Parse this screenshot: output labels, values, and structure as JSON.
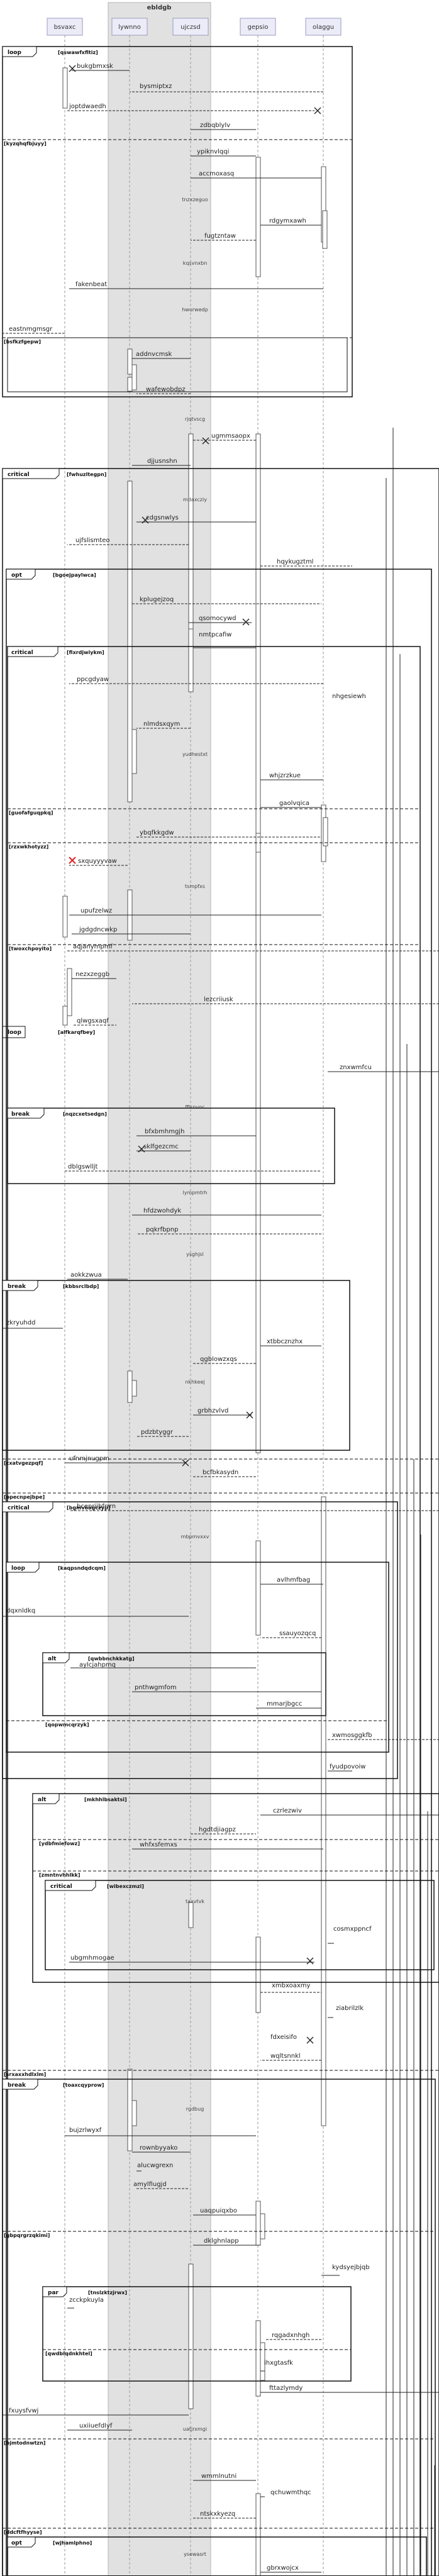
{
  "group": {
    "label": "ebldgb"
  },
  "participants": [
    {
      "id": "p0",
      "name": "bsvaxc"
    },
    {
      "id": "p1",
      "name": "lywnno"
    },
    {
      "id": "p2",
      "name": "ujczsd"
    },
    {
      "id": "p3",
      "name": "gepsio"
    },
    {
      "id": "p4",
      "name": "olaggu"
    }
  ],
  "fragments": [
    {
      "kind": "loop",
      "guard": "[qswawfxfitiz]"
    },
    {
      "kind": "",
      "guard": "[kyzqhqfbjuyy]"
    },
    {
      "kind": "",
      "guard": "[bsfkzfgepw]"
    },
    {
      "kind": "critical",
      "guard": "[fwhuzltegpn]"
    },
    {
      "kind": "opt",
      "guard": "[bgoejpaylwca]"
    },
    {
      "kind": "critical",
      "guard": "[fixrdjwiykm]"
    },
    {
      "kind": "",
      "guard": "[guofafguqpkq]"
    },
    {
      "kind": "",
      "guard": "[rzxwkhotyzz]"
    },
    {
      "kind": "",
      "guard": "[twoxchpoyito]"
    },
    {
      "kind": "loop",
      "guard": "[alfkarqfbey]"
    },
    {
      "kind": "break",
      "guard": "[nqzcxetsedgn]"
    },
    {
      "kind": "break",
      "guard": "[kbbsrclbdp]"
    },
    {
      "kind": "",
      "guard": "[cxatvgezpqf]"
    },
    {
      "kind": "",
      "guard": "[opecnpejbpe]"
    },
    {
      "kind": "critical",
      "guard": "[bgmvoogczyp]"
    },
    {
      "kind": "loop",
      "guard": "[kaqpsndqdcqm]"
    },
    {
      "kind": "alt",
      "guard": "[qwbbnchkkatg]"
    },
    {
      "kind": "",
      "guard": "[qopwmcqrzyk]"
    },
    {
      "kind": "alt",
      "guard": "[mkhhlbsaktsi]"
    },
    {
      "kind": "",
      "guard": "[ydbfmiefowz]"
    },
    {
      "kind": "",
      "guard": "[zmntnvhhlkk]"
    },
    {
      "kind": "critical",
      "guard": "[wibexczmzi]"
    },
    {
      "kind": "",
      "guard": "[srxaxxhdlxlm]"
    },
    {
      "kind": "break",
      "guard": "[toaxcqyprow]"
    },
    {
      "kind": "",
      "guard": "[gbpqrgrzqkimi]"
    },
    {
      "kind": "par",
      "guard": "[tnslzktzjrwx]"
    },
    {
      "kind": "",
      "guard": "[qwdblqdnkhtel]"
    },
    {
      "kind": "critical",
      "guard": ""
    },
    {
      "kind": "",
      "guard": "[bjmtodnwtzn]"
    },
    {
      "kind": "",
      "guard": "[ddcftfhyyse]"
    },
    {
      "kind": "opt",
      "guard": "[wjhamlphno]"
    }
  ],
  "sections": [
    "tnzxzeguo",
    "kqsvnxbn",
    "hwurwedp",
    "rjqtvscg",
    "mdaxcziy",
    "yudhestxt",
    "tsmpfxs",
    "ffisnvoc",
    "lympmtrh",
    "ysghjsl",
    "nkhkeej",
    "mbpmvxxv",
    "taxvtvk",
    "rgdbug",
    "uatjrxmgi",
    "ysewasrt"
  ],
  "messages": [
    "bukgbmxsk",
    "bysmiptxz",
    "joptdwaedh",
    "zdbqblylv",
    "ypiknvlqqi",
    "accmoxasq",
    "rdgymxawh",
    "fugtzntaw",
    "fakenbeat",
    "eastnmgmsgr",
    "addnvcmsk",
    "wafewobdpz",
    "ugmmsaopx",
    "djjusnshn",
    "cdgsnwlys",
    "ujfslismteo",
    "hqykugztml",
    "kplugejzoq",
    "qsomocywd",
    "nmtpcafiw",
    "ppcgdyaw",
    "nhgesiewh",
    "nlmdsxqym",
    "whjzrzkue",
    "gaolvqica",
    "ybqfkkgdw",
    "sxquyyyvaw",
    "upufzelwz",
    "jgdgdncwkp",
    "aqjanympmf",
    "nezxzeggb",
    "lezcriiusk",
    "qlwgsxaqf",
    "znxwmfcu",
    "bfxbmhmgjh",
    "sklfgezcmc",
    "dblgswlljt",
    "hfdzwohdyk",
    "pqkrfbpnp",
    "aokkzwua",
    "zkryuhdd",
    "xtbbcznzhx",
    "qgblowzxqs",
    "grbhzvlvd",
    "pdzbtyggr",
    "ufnmjnugpm",
    "bcfbkasydn",
    "bcepriibfrrrn",
    "avlhmfbag",
    "dqxnldkq",
    "ssauyozqcq",
    "aylcjahpmq",
    "pnthwgmfom",
    "mmarjbgcc",
    "xwmosggkfb",
    "fyudpovoiw",
    "czrlezwiv",
    "hgdtdjiagpz",
    "whfxsfemxs",
    "cosmxppncf",
    "ubgmhmogae",
    "xmbxoaxmy",
    "ziabrilzlk",
    "fdxeisifo",
    "wqltsnnkl",
    "bujzrlwyxf",
    "rownbyyako",
    "alucwgrexn",
    "amylfiugjd",
    "uaqpuiqxbo",
    "dklghnlapp",
    "kydsyejbjqb",
    "zcckpkuyla",
    "rqgadxnhgh",
    "ihxgtasfk",
    "fttazlymdy",
    "fxuysfvwj",
    "uxiiuefdlyf",
    "wmmlnutni",
    "qchuwmthqc",
    "ntskxkyezq",
    "gbrxwojcx"
  ]
}
